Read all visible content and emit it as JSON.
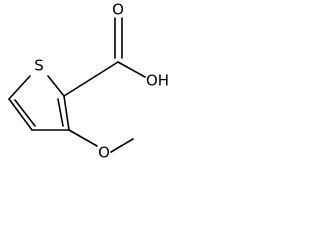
{
  "molecule": {
    "atoms": {
      "sulfur": "S",
      "carbonyl_oxygen": "O",
      "hydroxyl": "OH",
      "methoxy_oxygen": "O"
    },
    "colors": {
      "ink": "#000000",
      "background": "#ffffff"
    }
  }
}
